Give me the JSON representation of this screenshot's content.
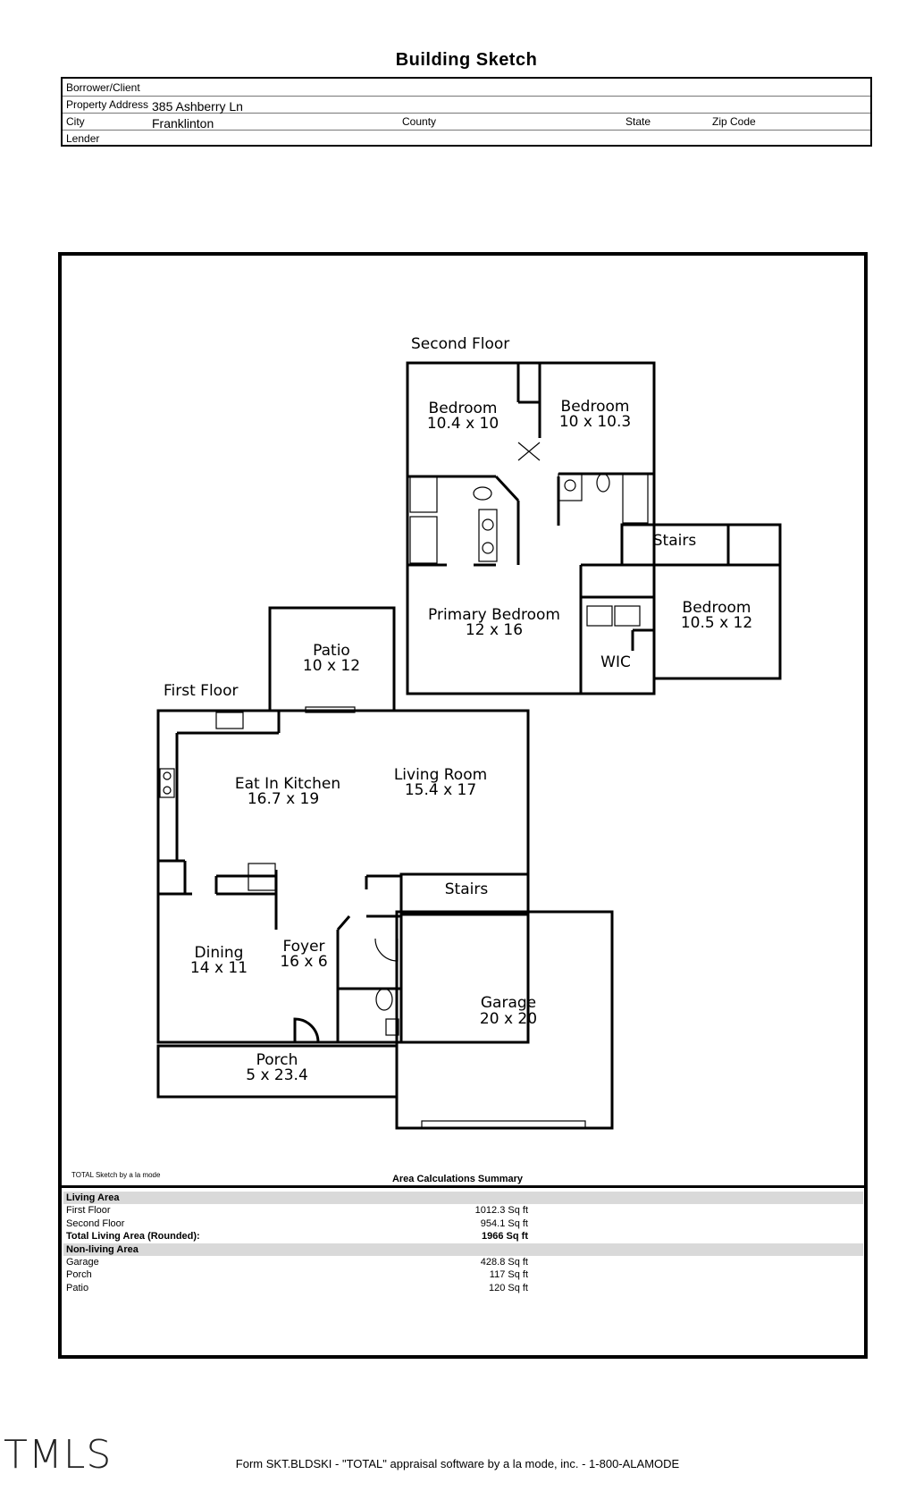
{
  "title": "Building Sketch",
  "header": {
    "borrower_label": "Borrower/Client",
    "borrower_value": "",
    "address_label": "Property Address",
    "address_value": "385 Ashberry Ln",
    "city_label": "City",
    "city_value": "Franklinton",
    "county_label": "County",
    "state_label": "State",
    "zip_label": "Zip Code",
    "lender_label": "Lender"
  },
  "sketch": {
    "second_floor_label": "Second Floor",
    "first_floor_label": "First Floor",
    "rooms": {
      "bedroom_nw": {
        "name": "Bedroom",
        "dims": "10.4 x 10"
      },
      "bedroom_ne": {
        "name": "Bedroom",
        "dims": "10 x 10.3"
      },
      "stairs_upper": {
        "name": "Stairs"
      },
      "primary_bedroom": {
        "name": "Primary Bedroom",
        "dims": "12 x 16"
      },
      "bedroom_e": {
        "name": "Bedroom",
        "dims": "10.5 x 12"
      },
      "wic": {
        "name": "WIC"
      },
      "patio": {
        "name": "Patio",
        "dims": "10 x 12"
      },
      "kitchen": {
        "name": "Eat In Kitchen",
        "dims": "16.7 x 19"
      },
      "living": {
        "name": "Living Room",
        "dims": "15.4 x 17"
      },
      "stairs_lower": {
        "name": "Stairs"
      },
      "dining": {
        "name": "Dining",
        "dims": "14 x 11"
      },
      "foyer": {
        "name": "Foyer",
        "dims": "16 x 6"
      },
      "garage": {
        "name": "Garage",
        "dims": "20 x 20"
      },
      "porch": {
        "name": "Porch",
        "dims": "5 x 23.4"
      }
    }
  },
  "sketch_credit": "TOTAL Sketch by a la mode",
  "area_summary": {
    "title": "Area Calculations Summary",
    "living_header": "Living Area",
    "living": [
      {
        "label": "First Floor",
        "value": "1012.3 Sq ft"
      },
      {
        "label": "Second Floor",
        "value": "954.1 Sq ft"
      }
    ],
    "total": {
      "label": "Total Living Area (Rounded):",
      "value": "1966 Sq ft"
    },
    "nonliving_header": "Non-living Area",
    "nonliving": [
      {
        "label": "Garage",
        "value": "428.8 Sq ft"
      },
      {
        "label": "Porch",
        "value": "117 Sq ft"
      },
      {
        "label": "Patio",
        "value": "120 Sq ft"
      }
    ]
  },
  "watermark": "TMLS",
  "footer": "Form SKT.BLDSKI - \"TOTAL\" appraisal software by a la mode, inc. - 1-800-ALAMODE"
}
